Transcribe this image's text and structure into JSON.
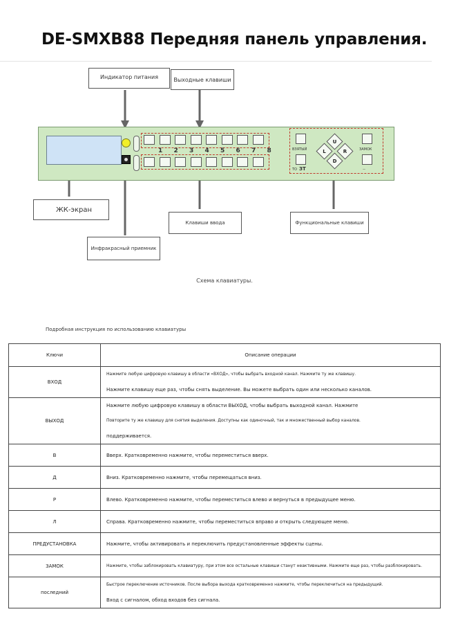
{
  "page": {
    "title": "DE-SMXB88 Передняя панель управления."
  },
  "diagram": {
    "callouts": {
      "power": "Индикатор питания",
      "output_keys": "Выходные клавиши",
      "lcd": "ЖК-экран",
      "input_keys": "Клавиши ввода",
      "function_keys": "Функциональные клавиши",
      "ir": "Инфракрасный приемник"
    },
    "numbers": [
      "1",
      "2",
      "3",
      "4",
      "5",
      "6",
      "7",
      "8"
    ],
    "function_panel": {
      "taken": "ВЗЯТЫЙ",
      "lock": "ЗАМОК",
      "to": "ТО",
      "et": "ЗТ",
      "preset": "—",
      "up": "U",
      "left": "L",
      "right": "R",
      "down": "D"
    },
    "caption": "Схема клавиатуры."
  },
  "instructions": {
    "subheading": "Подробная инструкция по использованию клавиатуры",
    "headers": [
      "Ключи",
      "Описание операции"
    ],
    "rows": [
      {
        "key": "ВХОД",
        "lines": [
          "Нажмите любую цифровую клавишу в области «ВХОД», чтобы выбрать входной канал. Нажмите ту же клавишу.",
          "Нажмите клавишу еще раз, чтобы снять выделение. Вы можете выбрать один или несколько каналов."
        ]
      },
      {
        "key": "ВЫХОД",
        "lines": [
          "Нажмите любую цифровую клавишу в области ВЫХОД, чтобы выбрать выходной канал. Нажмите",
          "Повторите ту же клавишу для снятия выделения. Доступны как одиночный, так и множественный выбор каналов.",
          "поддерживается."
        ]
      },
      {
        "key": "В",
        "lines": [
          "Вверх. Кратковременно нажмите, чтобы переместиться вверх."
        ]
      },
      {
        "key": "Д",
        "lines": [
          "Вниз. Кратковременно нажмите, чтобы перемещаться вниз."
        ]
      },
      {
        "key": "Р",
        "lines": [
          "Влево. Кратковременно нажмите, чтобы переместиться влево и вернуться в предыдущее меню."
        ]
      },
      {
        "key": "Л",
        "lines": [
          "Справа. Кратковременно нажмите, чтобы переместиться вправо и открыть следующее меню."
        ]
      },
      {
        "key": "ПРЕДУСТАНОВКА",
        "lines": [
          "Нажмите, чтобы активировать и переключить предустановленные эффекты сцены."
        ]
      },
      {
        "key": "ЗАМОК",
        "lines": [
          "Нажмите, чтобы заблокировать клавиатуру, при этом все остальные клавиши станут неактивными. Нажмите еще раз, чтобы разблокировать."
        ]
      },
      {
        "key": "последний",
        "lines": [
          "Быстрое переключение источников. После выбора выхода кратковременно нажмите, чтобы переключиться на предыдущий.",
          "Вход с сигналом, обход входов без сигнала."
        ]
      }
    ]
  }
}
